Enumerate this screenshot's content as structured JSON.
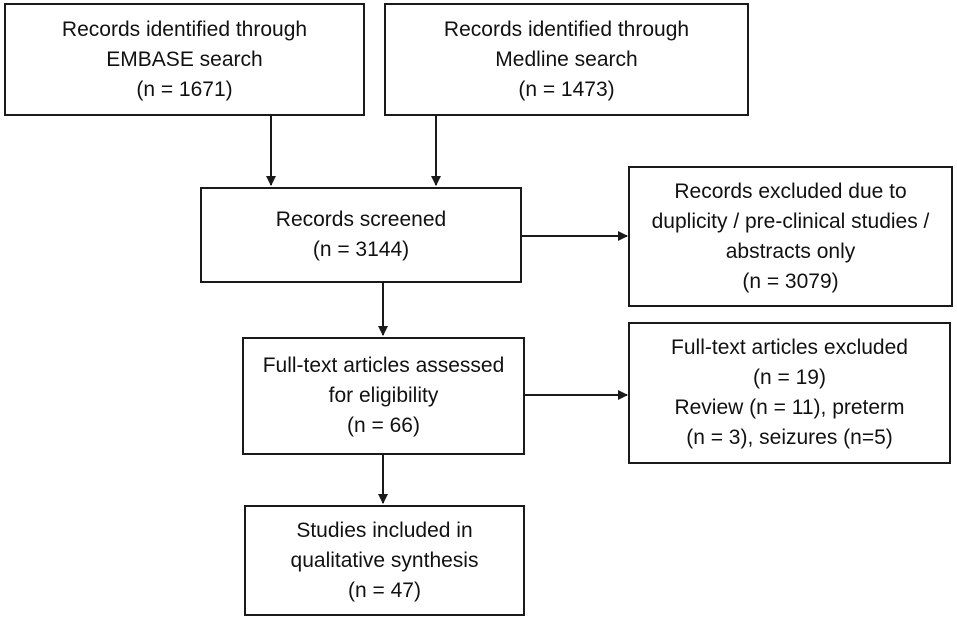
{
  "boxes": {
    "embase": {
      "lines": [
        "Records identified through",
        "EMBASE search",
        "(n = 1671)"
      ]
    },
    "medline": {
      "lines": [
        "Records identified through",
        "Medline search",
        "(n = 1473)"
      ]
    },
    "screened": {
      "lines": [
        "Records screened",
        "(n = 3144)"
      ]
    },
    "excluded_records": {
      "lines": [
        "Records excluded due to",
        "duplicity / pre-clinical studies /",
        "abstracts only",
        "(n = 3079)"
      ]
    },
    "fulltext": {
      "lines": [
        "Full-text articles assessed",
        "for eligibility",
        "(n = 66)"
      ]
    },
    "excluded_fulltext": {
      "lines": [
        "Full-text articles excluded",
        "(n = 19)",
        "Review (n = 11), preterm",
        "(n = 3), seizures (n=5)"
      ]
    },
    "included": {
      "lines": [
        "Studies included in",
        "qualitative synthesis",
        "(n = 47)"
      ]
    }
  }
}
